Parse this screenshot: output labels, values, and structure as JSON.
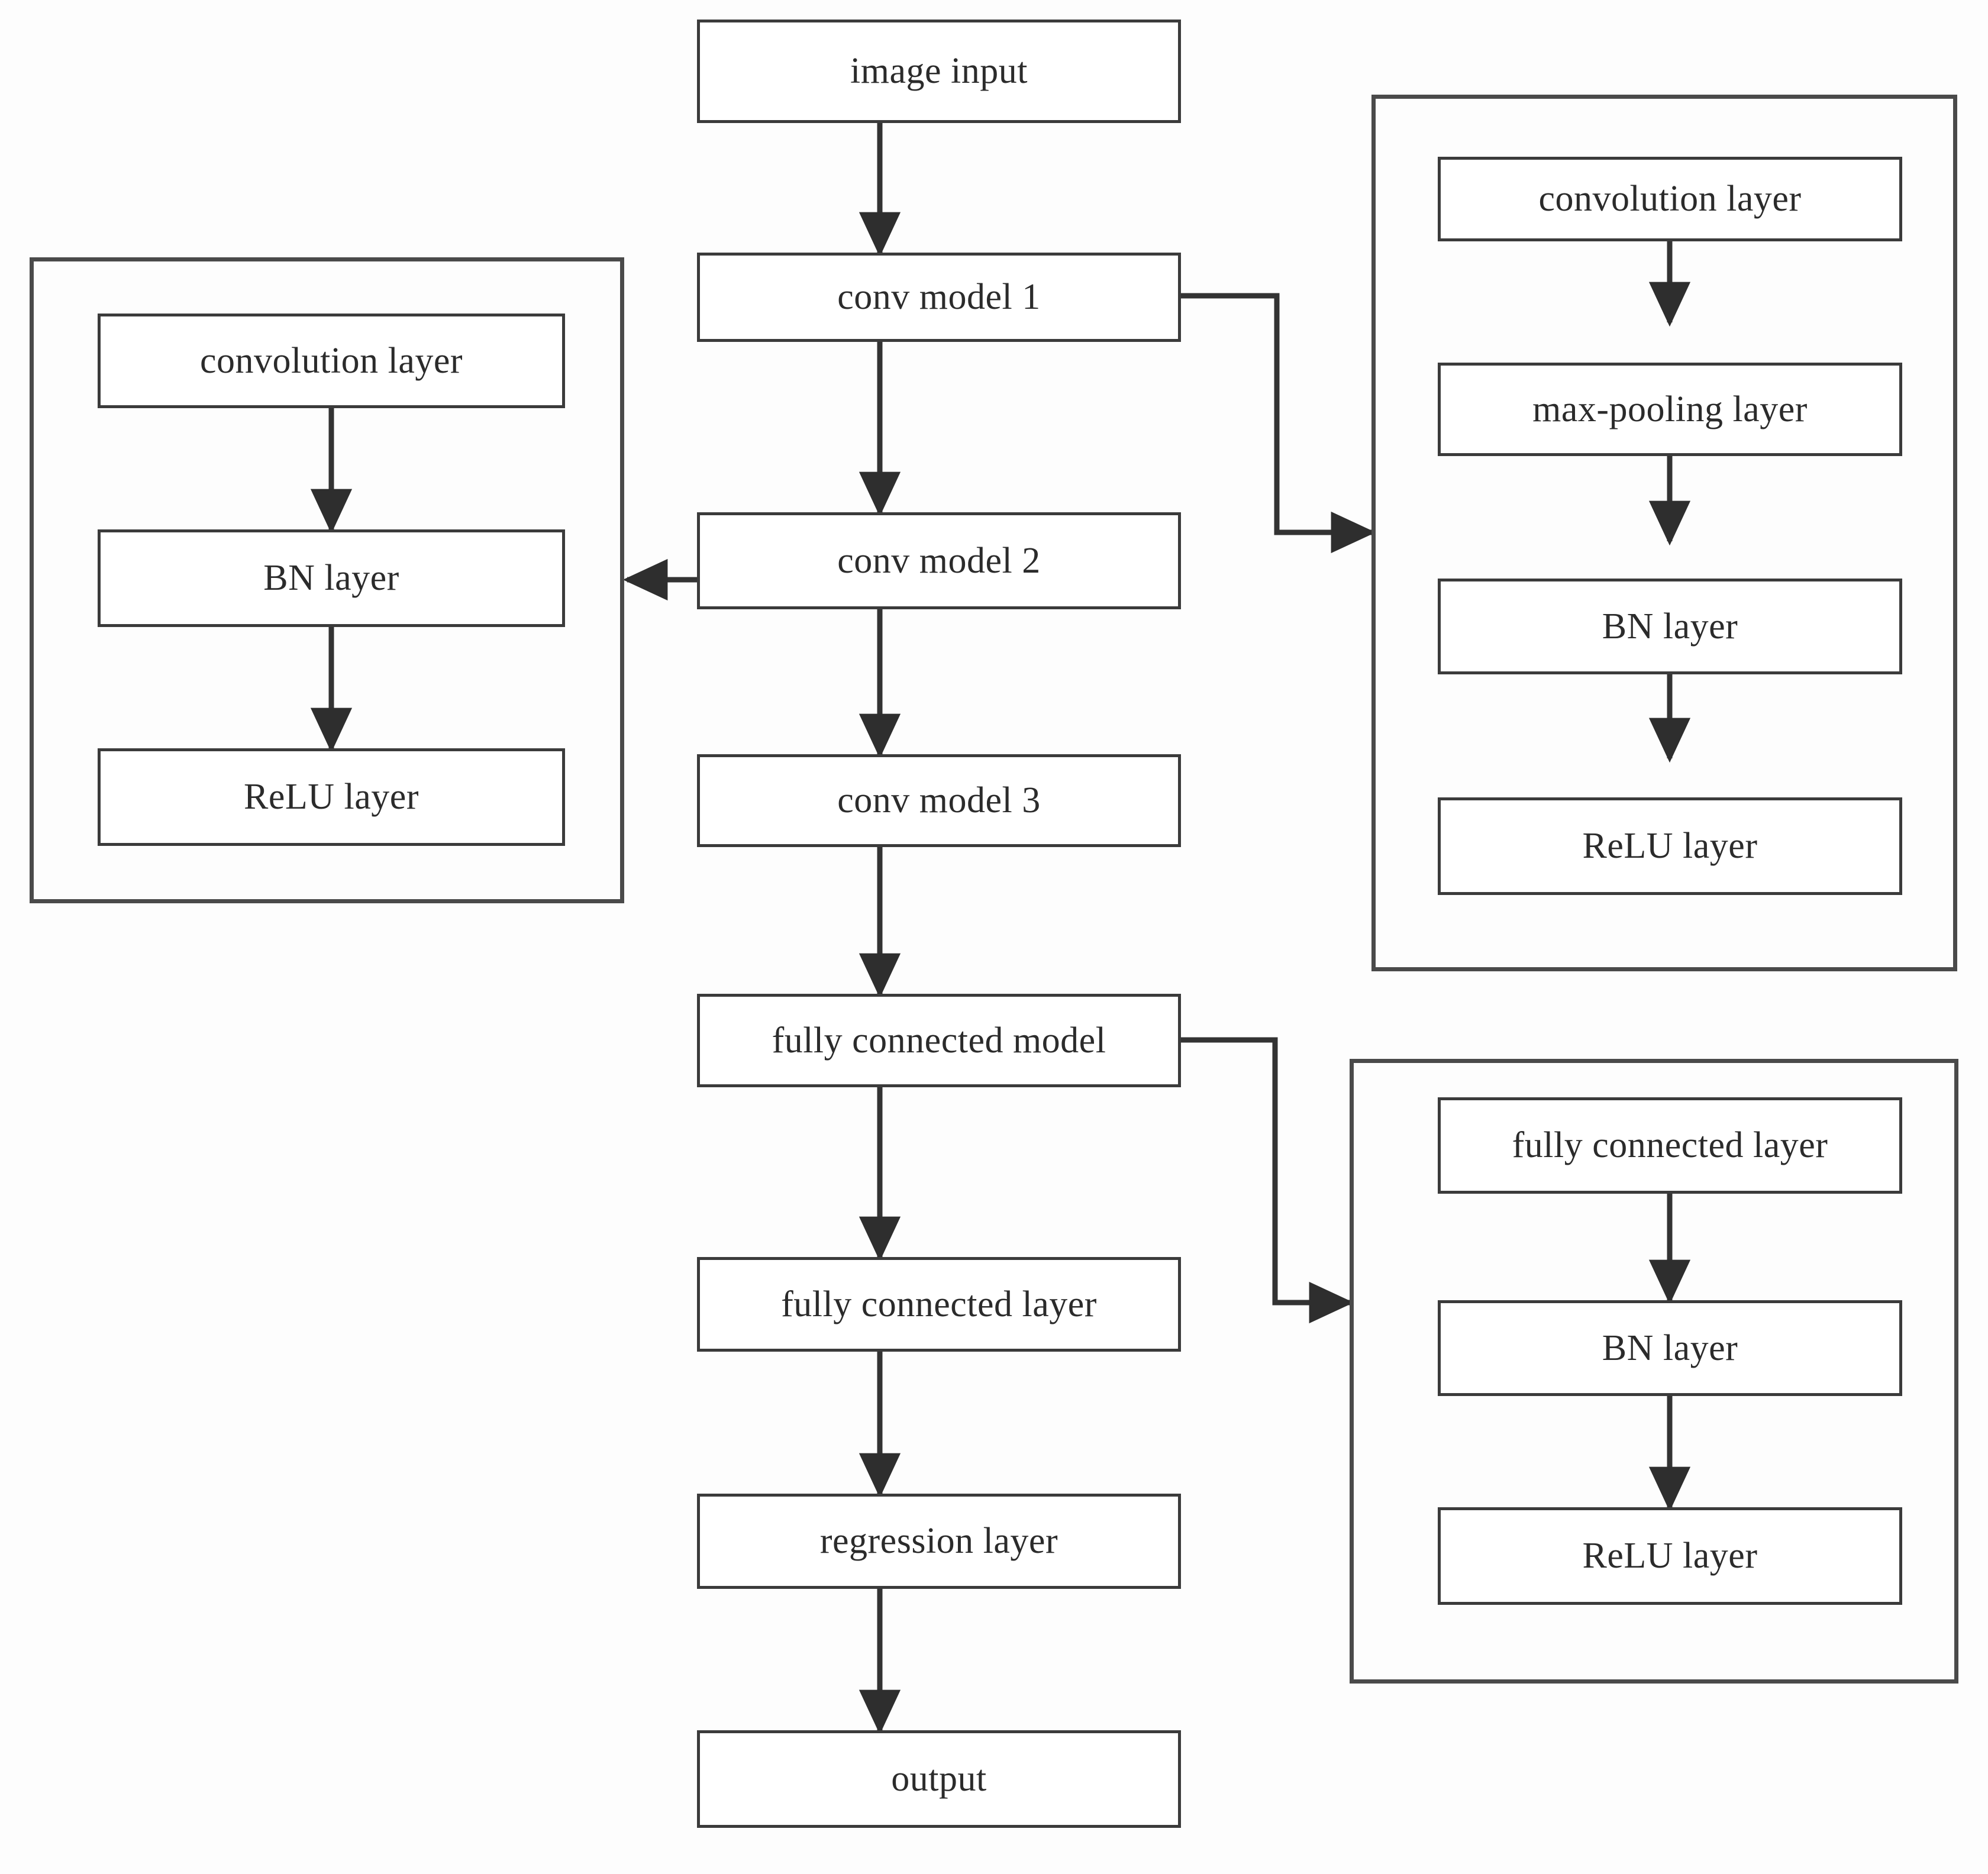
{
  "diagram": {
    "title": "CNN architecture block diagram",
    "colors": {
      "background": "#fdfdfd",
      "box_border": "#3b3b3b",
      "panel_border": "#4a4a4a",
      "text": "#2b2b2b",
      "connector": "#333333"
    },
    "main_pipeline": {
      "name": "main-pipeline",
      "nodes": [
        {
          "id": "image-input",
          "label": "image input"
        },
        {
          "id": "conv-model-1",
          "label": "conv model 1"
        },
        {
          "id": "conv-model-2",
          "label": "conv model 2"
        },
        {
          "id": "conv-model-3",
          "label": "conv model 3"
        },
        {
          "id": "fully-connected-model",
          "label": "fully connected model"
        },
        {
          "id": "fully-connected-layer",
          "label": "fully connected layer"
        },
        {
          "id": "regression-layer",
          "label": "regression layer"
        },
        {
          "id": "output",
          "label": "output"
        }
      ]
    },
    "left_panel": {
      "name": "conv-model-2-detail-panel",
      "nodes": [
        {
          "id": "left-convolution-layer",
          "label": "convolution layer"
        },
        {
          "id": "left-bn-layer",
          "label": "BN layer"
        },
        {
          "id": "left-relu-layer",
          "label": "ReLU layer"
        }
      ]
    },
    "right_panel": {
      "name": "conv-model-1-detail-panel",
      "nodes": [
        {
          "id": "right-convolution-layer",
          "label": "convolution layer"
        },
        {
          "id": "right-max-pooling-layer",
          "label": "max-pooling layer"
        },
        {
          "id": "right-bn-layer",
          "label": "BN layer"
        },
        {
          "id": "right-relu-layer",
          "label": "ReLU layer"
        }
      ]
    },
    "bottom_right_panel": {
      "name": "fully-connected-model-detail-panel",
      "nodes": [
        {
          "id": "fc-panel-fully-connected-layer",
          "label": "fully connected layer"
        },
        {
          "id": "fc-panel-bn-layer",
          "label": "BN layer"
        },
        {
          "id": "fc-panel-relu-layer",
          "label": "ReLU layer"
        }
      ]
    },
    "connectors": [
      {
        "id": "image-input-to-conv-model-1",
        "from": "image input",
        "to": "conv model 1",
        "kind": "vertical-arrow"
      },
      {
        "id": "conv-model-1-to-conv-model-2",
        "from": "conv model 1",
        "to": "conv model 2",
        "kind": "vertical-arrow"
      },
      {
        "id": "conv-model-2-to-conv-model-3",
        "from": "conv model 2",
        "to": "conv model 3",
        "kind": "vertical-arrow"
      },
      {
        "id": "conv-model-3-to-fully-connected-model",
        "from": "conv model 3",
        "to": "fully connected model",
        "kind": "vertical-arrow"
      },
      {
        "id": "fully-connected-model-to-fully-connected-layer",
        "from": "fully connected model",
        "to": "fully connected layer",
        "kind": "vertical-arrow"
      },
      {
        "id": "fully-connected-layer-to-regression-layer",
        "from": "fully connected layer",
        "to": "regression layer",
        "kind": "vertical-arrow"
      },
      {
        "id": "regression-layer-to-output",
        "from": "regression layer",
        "to": "output",
        "kind": "vertical-arrow"
      },
      {
        "id": "conv-model-1-to-right-panel",
        "from": "conv model 1",
        "to": "conv-model-1-detail-panel",
        "kind": "elbow-arrow-right"
      },
      {
        "id": "conv-model-2-to-left-panel",
        "from": "conv model 2",
        "to": "conv-model-2-detail-panel",
        "kind": "straight-arrow-left"
      },
      {
        "id": "fully-connected-model-to-bottom-right-panel",
        "from": "fully connected model",
        "to": "fully-connected-model-detail-panel",
        "kind": "elbow-arrow-right"
      },
      {
        "id": "left-convolution-to-bn",
        "from": "convolution layer",
        "to": "BN layer",
        "kind": "vertical-arrow"
      },
      {
        "id": "left-bn-to-relu",
        "from": "BN layer",
        "to": "ReLU layer",
        "kind": "vertical-arrow"
      },
      {
        "id": "right-convolution-to-max-pooling",
        "from": "convolution layer",
        "to": "max-pooling layer",
        "kind": "vertical-arrow"
      },
      {
        "id": "right-max-pooling-to-bn",
        "from": "max-pooling layer",
        "to": "BN layer",
        "kind": "vertical-arrow"
      },
      {
        "id": "right-bn-to-relu",
        "from": "BN layer",
        "to": "ReLU layer",
        "kind": "vertical-arrow"
      },
      {
        "id": "fc-panel-fc-to-bn",
        "from": "fully connected layer",
        "to": "BN layer",
        "kind": "vertical-arrow"
      },
      {
        "id": "fc-panel-bn-to-relu",
        "from": "BN layer",
        "to": "ReLU layer",
        "kind": "vertical-arrow"
      }
    ]
  }
}
